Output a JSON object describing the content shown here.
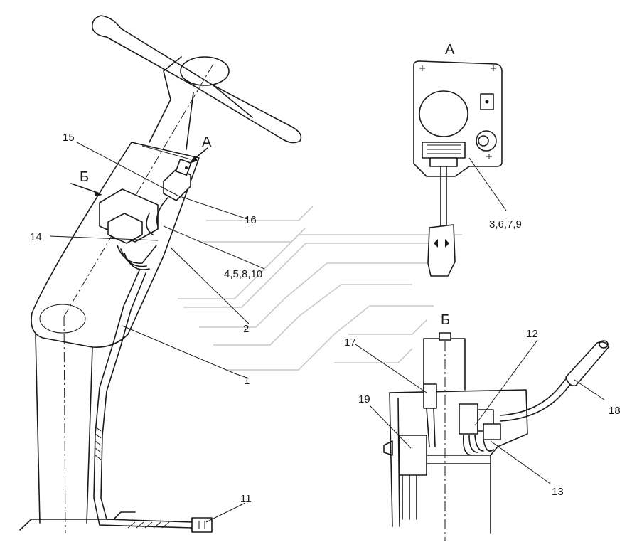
{
  "view_labels": {
    "view_a_arrow": "А",
    "view_b_arrow": "Б",
    "view_a_title": "А",
    "view_b_title": "Б"
  },
  "callouts": {
    "c15": "15",
    "c16": "16",
    "c14": "14",
    "c4_5_8_10": "4,5,8,10",
    "c2": "2",
    "c1": "1",
    "c11": "11",
    "c3_6_7_9": "3,6,7,9",
    "c12": "12",
    "c17": "17",
    "c19": "19",
    "c18": "18",
    "c13": "13"
  }
}
